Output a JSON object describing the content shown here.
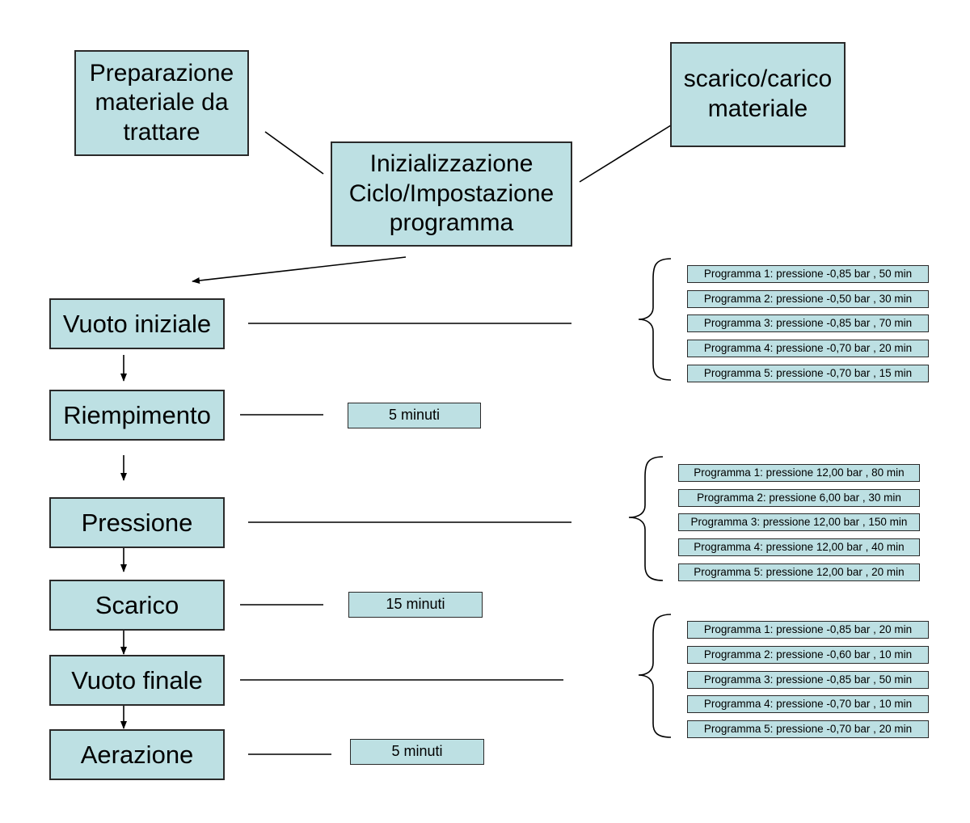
{
  "top": {
    "preparazione": "Preparazione materiale da trattare",
    "inizializzazione": "Inizializzazione Ciclo/Impostazione programma",
    "scarico_carico": "scarico/carico materiale"
  },
  "steps": [
    {
      "label": "Vuoto iniziale"
    },
    {
      "label": "Riempimento",
      "duration": "5 minuti"
    },
    {
      "label": "Pressione"
    },
    {
      "label": "Scarico",
      "duration": "15 minuti"
    },
    {
      "label": "Vuoto finale"
    },
    {
      "label": "Aerazione",
      "duration": "5 minuti"
    }
  ],
  "programs": {
    "vuoto_iniziale": [
      "Programma 1: pressione -0,85 bar , 50 min",
      "Programma 2: pressione -0,50 bar , 30 min",
      "Programma 3: pressione -0,85 bar , 70 min",
      "Programma 4: pressione -0,70 bar , 20 min",
      "Programma 5: pressione -0,70 bar , 15 min"
    ],
    "pressione": [
      "Programma 1: pressione 12,00 bar , 80 min",
      "Programma 2: pressione 6,00 bar , 30 min",
      "Programma 3: pressione 12,00 bar , 150 min",
      "Programma 4: pressione 12,00 bar , 40 min",
      "Programma 5: pressione 12,00 bar , 20 min"
    ],
    "vuoto_finale": [
      "Programma 1: pressione -0,85 bar , 20 min",
      "Programma 2: pressione -0,60 bar , 10 min",
      "Programma 3: pressione -0,85 bar , 50 min",
      "Programma 4: pressione -0,70 bar , 10 min",
      "Programma 5: pressione -0,70 bar , 20 min"
    ]
  },
  "colors": {
    "box_fill": "#bde0e3",
    "border": "#2a2a2a"
  }
}
